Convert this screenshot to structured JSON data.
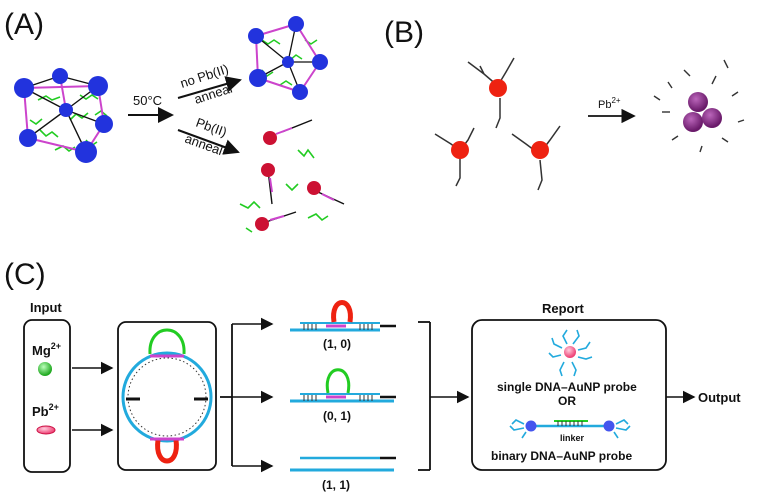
{
  "panels": {
    "a": {
      "label": "(A)",
      "temp_label": "50°C",
      "upper_arrow": {
        "line1": "no Pb(II)",
        "line2": "anneal"
      },
      "lower_arrow": {
        "line1": "Pb(II)",
        "line2": "anneal"
      }
    },
    "b": {
      "label": "(B)",
      "arrow_label": "Pb",
      "arrow_label_sup": "2+"
    },
    "c": {
      "label": "(C)",
      "input_title": "Input",
      "mg_label": "Mg",
      "mg_sup": "2+",
      "pb_label": "Pb",
      "pb_sup": "2+",
      "states": [
        "(1, 0)",
        "(0, 1)",
        "(1, 1)"
      ],
      "report_title": "Report",
      "single_probe": "single DNA–AuNP probe",
      "or_text": "OR",
      "linker_text": "linker",
      "binary_probe": "binary DNA–AuNP probe",
      "output_label": "Output"
    }
  },
  "colors": {
    "blue_np": "#2233dd",
    "red_np": "#cc1133",
    "purple_np": "#7a2a7a",
    "dna_green": "#22cc22",
    "dna_cyan": "#22aadd",
    "dna_magenta": "#cc44cc",
    "red_orange": "#ee2211"
  }
}
